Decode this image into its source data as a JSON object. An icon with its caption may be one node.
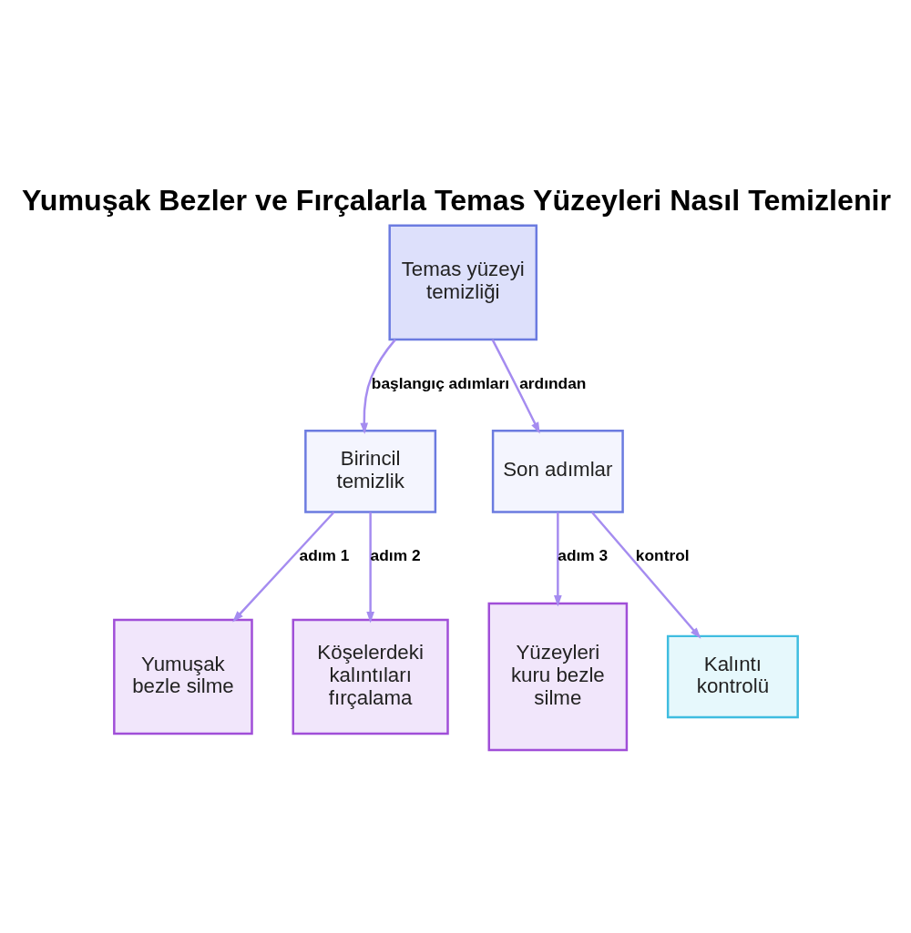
{
  "diagram": {
    "title": "Yumuşak Bezler ve Fırçalarla Temas Yüzeyleri Nasıl Temizlenir",
    "nodes": [
      {
        "text": [
          "Temas yüzeyi temizliği"
        ]
      },
      {
        "text": [
          "Birincil temizlik"
        ]
      },
      {
        "text": [
          "Son adımlar"
        ]
      },
      {
        "text": [
          "Yumuşak bezle silme"
        ]
      },
      {
        "text": [
          "Köşelerdeki kalıntıları fırçalama"
        ]
      },
      {
        "text": [
          "Yüzeyleri kuru bezle silme"
        ]
      },
      {
        "text": [
          "Kalıntı kontrolü"
        ]
      }
    ],
    "edges": [
      {
        "from": 0,
        "to": 1,
        "arrow": "to",
        "label": "başlangıç adımları"
      },
      {
        "from": 0,
        "to": 2,
        "arrow": "to",
        "label": "ardından"
      },
      {
        "from": 1,
        "to": 3,
        "arrow": "to",
        "label": "adım 1"
      },
      {
        "from": 1,
        "to": 4,
        "arrow": "to",
        "label": "adım 2"
      },
      {
        "from": 2,
        "to": 5,
        "arrow": "to",
        "label": "adım 3"
      },
      {
        "from": 2,
        "to": 6,
        "arrow": "to",
        "label": "kontrol"
      }
    ]
  }
}
